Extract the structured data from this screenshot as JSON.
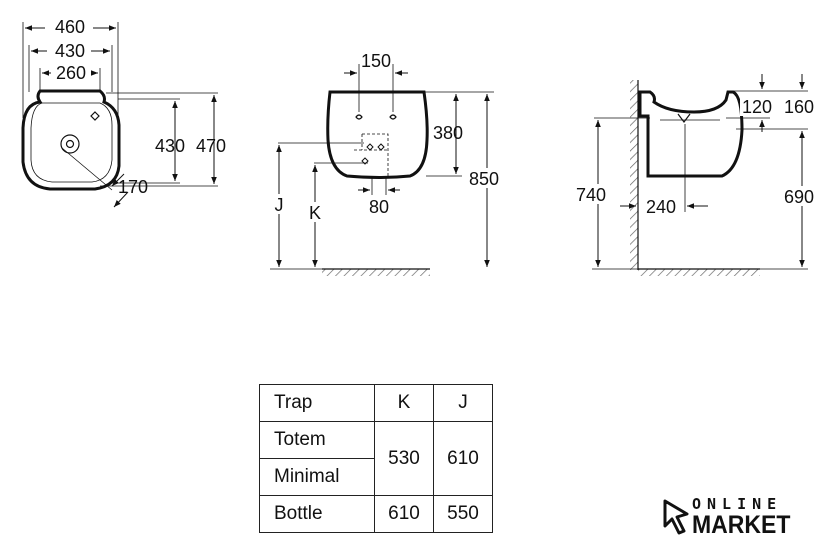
{
  "dimensions": {
    "top_view": {
      "w460": "460",
      "w430": "430",
      "w260": "260",
      "d430": "430",
      "d470": "470",
      "r170": "170"
    },
    "front_view": {
      "d150": "150",
      "h380": "380",
      "h850": "850",
      "d80": "80",
      "j": "J",
      "k": "K"
    },
    "side_view": {
      "h120": "120",
      "h160": "160",
      "h740": "740",
      "d240": "240",
      "h690": "690"
    }
  },
  "table": {
    "headers": [
      "Trap",
      "K",
      "J"
    ],
    "rows": [
      {
        "trap": "Totem"
      },
      {
        "trap": "Minimal"
      },
      {
        "trap": "Bottle",
        "k": "610",
        "j": "550"
      }
    ],
    "merged_k": "530",
    "merged_j": "610"
  },
  "brand": {
    "line1": "ONLINE",
    "line2": "MARKET"
  },
  "colors": {
    "ink": "#111111",
    "hatch": "#666666",
    "background": "#ffffff"
  }
}
